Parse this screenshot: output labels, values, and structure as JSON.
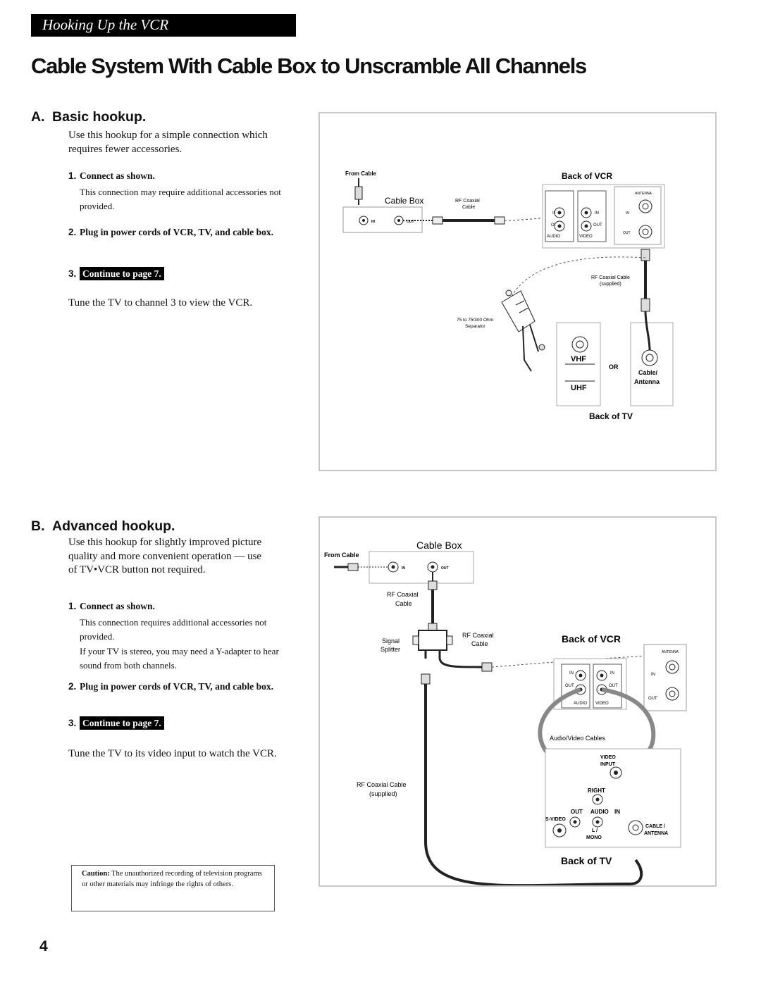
{
  "header": {
    "section_tab": "Hooking Up the VCR"
  },
  "page_title": "Cable System With Cable Box to Unscramble All Channels",
  "section_a": {
    "letter": "A.",
    "heading": "Basic hookup.",
    "intro": "Use this hookup for a simple connection which requires fewer accessories.",
    "step1_num": "1.",
    "step1_title": "Connect as shown.",
    "step1_note": "This connection may require additional accessories not provided.",
    "step2_num": "2.",
    "step2_title": "Plug in power cords of VCR, TV, and cable box.",
    "step3_num": "3.",
    "step3_link": "Continue to page 7.",
    "closing": "Tune the TV to channel 3 to view the VCR."
  },
  "section_b": {
    "letter": "B.",
    "heading": "Advanced hookup.",
    "intro": "Use this hookup for slightly improved picture quality and more convenient operation — use of TV•VCR button not required.",
    "step1_num": "1.",
    "step1_title": "Connect as shown.",
    "step1_note": "This connection requires additional accessories not provided.",
    "step1_note2": "If your TV is stereo, you may need a Y-adapter to hear sound from both channels.",
    "step2_num": "2.",
    "step2_title": "Plug in power cords of VCR, TV, and cable box.",
    "step3_num": "3.",
    "step3_link": "Continue to page 7.",
    "closing": "Tune the TV to its video input to watch the VCR."
  },
  "caution": {
    "label": "Caution:",
    "text": "The unauthorized recording of television programs or other materials may infringe the rights of others."
  },
  "page_number": "4",
  "diagram_a": {
    "panel_label": "A",
    "from_cable": "From Cable",
    "cable_box": "Cable Box",
    "cable_box_in": "IN",
    "cable_box_out": "OUT",
    "rf_coax_1": "RF Coaxial",
    "rf_coax_2": "Cable",
    "back_of_vcr": "Back of VCR",
    "antenna": "ANTENNA",
    "vcr_in": "IN",
    "vcr_out": "OUT",
    "audio": "AUDIO",
    "video": "VIDEO",
    "rf_supplied_1": "RF Coaxial Cable",
    "rf_supplied_2": "(supplied)",
    "separator_1": "75 to 75/300 Ohm",
    "separator_2": "Separator",
    "vhf": "VHF",
    "uhf": "UHF",
    "or": "OR",
    "cable_ant_1": "Cable/",
    "cable_ant_2": "Antenna",
    "back_of_tv": "Back of TV"
  },
  "diagram_b": {
    "panel_label": "B",
    "cable_box": "Cable Box",
    "from_cable": "From Cable",
    "cable_box_in": "IN",
    "cable_box_out": "OUT",
    "rf_coax_1": "RF Coaxial",
    "rf_coax_2": "Cable",
    "signal_1": "Signal",
    "signal_2": "Splitter",
    "rf_coax_3": "RF Coaxial",
    "rf_coax_4": "Cable",
    "back_of_vcr": "Back of VCR",
    "antenna": "ANTENNA",
    "vcr_in": "IN",
    "vcr_out": "OUT",
    "audio": "AUDIO",
    "video": "VIDEO",
    "av_cables": "Audio/Video Cables",
    "video_input_1": "VIDEO",
    "video_input_2": "INPUT",
    "right": "RIGHT",
    "out": "OUT",
    "audio_tv": "AUDIO",
    "in": "IN",
    "s_video": "S-VIDEO",
    "l": "L /",
    "mono": "MONO",
    "cable_ant_1": "CABLE /",
    "cable_ant_2": "ANTENNA",
    "rf_supplied_1": "RF Coaxial Cable",
    "rf_supplied_2": "(supplied)",
    "back_of_tv": "Back of TV"
  }
}
